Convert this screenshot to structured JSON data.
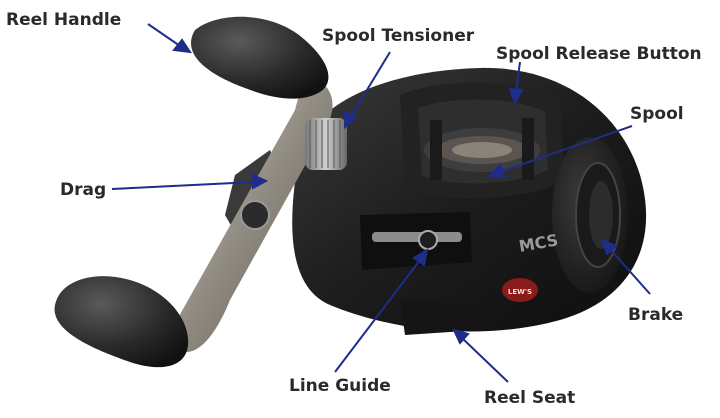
{
  "labels": {
    "reel_handle": "Reel Handle",
    "spool_tensioner": "Spool Tensioner",
    "spool_release_button": "Spool Release Button",
    "spool": "Spool",
    "drag": "Drag",
    "brake": "Brake",
    "line_guide": "Line Guide",
    "reel_seat": "Reel Seat"
  },
  "reel_badge": {
    "model": "MCS",
    "brand": "LEW'S"
  },
  "colors": {
    "arrow": "#1f2d8a",
    "label_text": "#2a2a2a",
    "body": "#1b1b1b",
    "brand_badge": "#8b1a1a"
  }
}
